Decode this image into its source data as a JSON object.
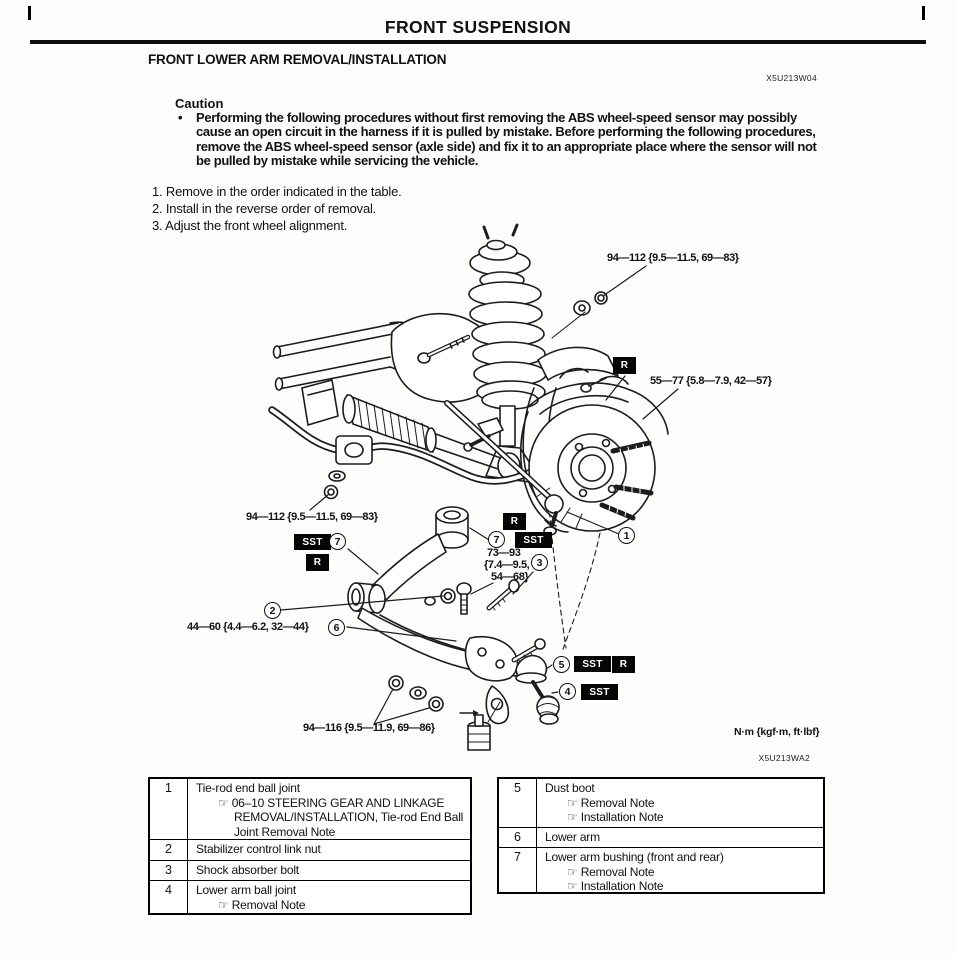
{
  "page": {
    "header_title": "FRONT SUSPENSION",
    "section_title": "FRONT LOWER ARM REMOVAL/INSTALLATION",
    "code_top": "X5U213W04",
    "code_bottom": "X5U213WA2"
  },
  "caution": {
    "heading": "Caution",
    "bullet_glyph": "•",
    "text": "Performing the following procedures without first removing the ABS wheel-speed sensor may possibly cause an open circuit in the harness if it is pulled by mistake. Before performing the following procedures, remove the ABS wheel-speed sensor (axle side) and fix it to an appropriate place where the sensor will not be pulled by mistake while servicing the vehicle."
  },
  "steps": [
    {
      "num": "1.",
      "text": "Remove in the order indicated in the table."
    },
    {
      "num": "2.",
      "text": "Install in the reverse order of removal."
    },
    {
      "num": "3.",
      "text": "Adjust the front wheel alignment."
    }
  ],
  "diagram": {
    "badge_sst": "SST",
    "badge_r": "R",
    "labels": {
      "torque_top": "94—112 {9.5—11.5, 69—83}",
      "torque_hub": "55—77 {5.8—7.9, 42—57}",
      "torque_left": "94—112 {9.5—11.5, 69—83}",
      "torque_shock_1": "73—93",
      "torque_shock_2": "{7.4—9.5,",
      "torque_shock_3": "54—68}",
      "torque_stab": "44—60 {4.4—6.2, 32—44}",
      "torque_arm": "94—116 {9.5—11.9, 69—86}",
      "units": "N·m {kgf·m, ft·lbf}"
    },
    "callouts": {
      "c1": "1",
      "c2": "2",
      "c3": "3",
      "c4": "4",
      "c5": "5",
      "c6": "6",
      "c7": "7"
    }
  },
  "tables": {
    "left": {
      "rows": [
        {
          "num": "1",
          "name": "Tie-rod end ball joint",
          "sub0": "☞ 06–10 STEERING GEAR AND LINKAGE",
          "sub1": "REMOVAL/INSTALLATION, Tie-rod End Ball",
          "sub2": "Joint Removal Note"
        },
        {
          "num": "2",
          "name": "Stabilizer control link nut"
        },
        {
          "num": "3",
          "name": "Shock absorber bolt"
        },
        {
          "num": "4",
          "name": "Lower arm ball joint",
          "sub0": "☞ Removal Note"
        }
      ]
    },
    "right": {
      "rows": [
        {
          "num": "5",
          "name": "Dust boot",
          "sub0": "☞ Removal Note",
          "sub1": "☞ Installation Note"
        },
        {
          "num": "6",
          "name": "Lower arm"
        },
        {
          "num": "7",
          "name": "Lower arm bushing (front and rear)",
          "sub0": "☞ Removal Note",
          "sub1": "☞ Installation Note"
        }
      ]
    }
  }
}
